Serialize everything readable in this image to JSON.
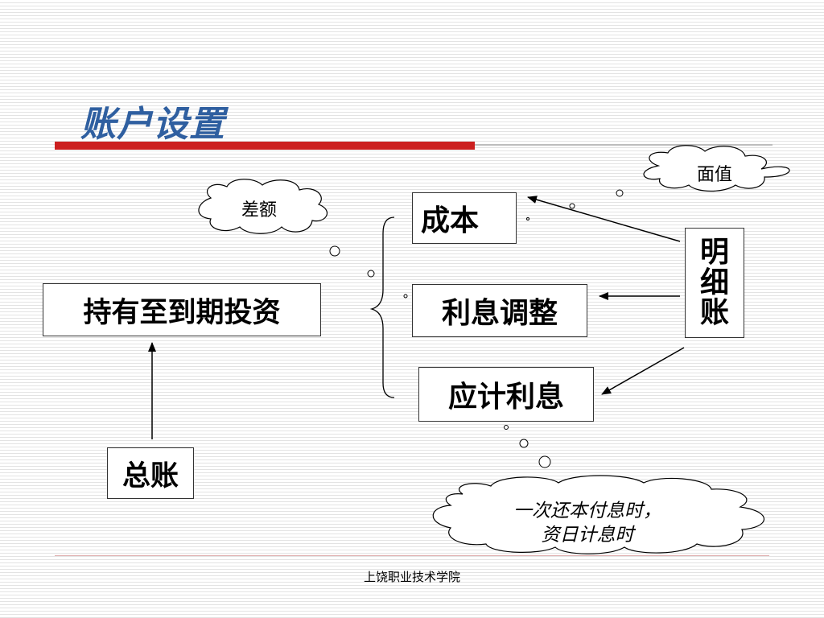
{
  "title": "账户设置",
  "boxes": {
    "held_to_maturity": "持有至到期投资",
    "general_ledger": "总账",
    "cost": "成本",
    "interest_adjustment": "利息调整",
    "accrued_interest": "应计利息",
    "detail_ledger": [
      "明",
      "细",
      "账"
    ]
  },
  "callouts": {
    "face_value": "面值",
    "difference": "差额",
    "lump_sum_line1": "一次还本付息时，",
    "lump_sum_line2": "资日计息时"
  },
  "footer": "上饶职业技术学院",
  "colors": {
    "title": "#2f5fa0",
    "title_bar": "#cc1f1f",
    "stripe": "#e3e3e3"
  }
}
